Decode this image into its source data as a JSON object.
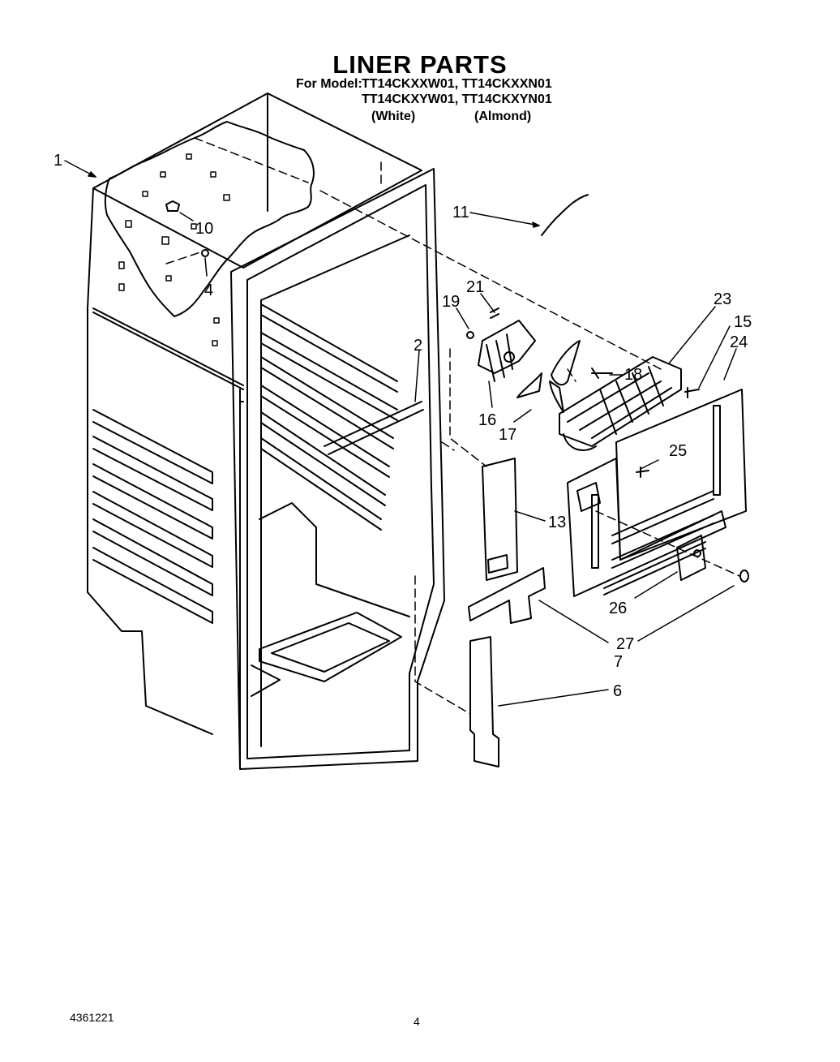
{
  "header": {
    "title": "LINER PARTS",
    "model_label": "For Model:",
    "models_line1": "TT14CKXXW01, TT14CKXXN01",
    "models_line2": "TT14CKXYW01, TT14CKXYN01",
    "color_white": "(White)",
    "color_almond": "(Almond)"
  },
  "callouts": [
    "1",
    "10",
    "4",
    "2",
    "11",
    "21",
    "19",
    "23",
    "15",
    "24",
    "18",
    "16",
    "17",
    "25",
    "13",
    "26",
    "27",
    "7",
    "6"
  ],
  "footer": {
    "doc_number": "4361221",
    "page_number": "4"
  }
}
